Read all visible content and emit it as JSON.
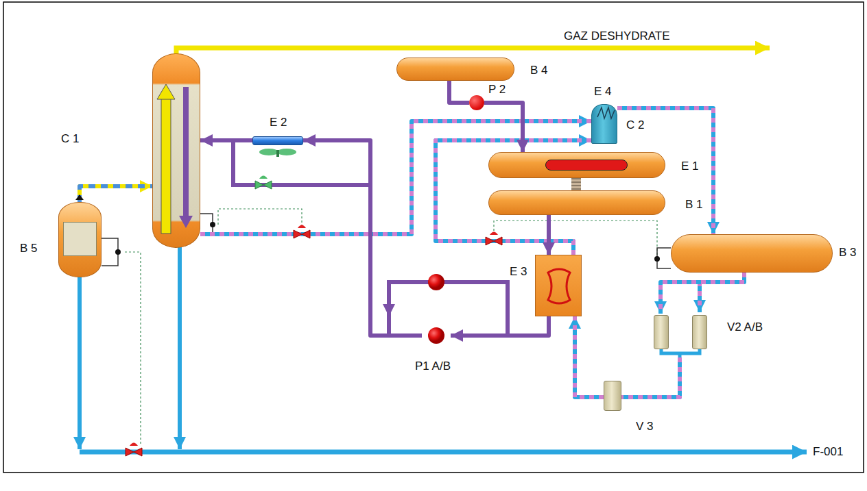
{
  "diagram": {
    "nodes": [
      {
        "text": [
          "C 1"
        ]
      },
      {
        "text": [
          "B 5"
        ]
      },
      {
        "text": [
          "E 2"
        ]
      },
      {
        "text": [
          "B 4"
        ]
      },
      {
        "text": [
          "P 2"
        ]
      },
      {
        "text": [
          "C 2"
        ]
      },
      {
        "text": [
          "E 1"
        ]
      },
      {
        "text": [
          "B 1"
        ]
      },
      {
        "text": [
          "B 3"
        ]
      },
      {
        "text": [
          "E 3"
        ]
      },
      {
        "text": [
          "P1 A/B"
        ]
      },
      {
        "text": [
          "V2 A/B"
        ]
      },
      {
        "text": [
          "V 3"
        ]
      }
    ],
    "edges": [
      {
        "from": 1,
        "to": 0,
        "arrow": "to"
      },
      {
        "from": 0,
        "to": 5,
        "arrow": "to"
      },
      {
        "from": 9,
        "to": 5,
        "arrow": "to"
      },
      {
        "from": 5,
        "to": 8,
        "arrow": "to"
      },
      {
        "from": 8,
        "to": 11,
        "arrow": "to"
      },
      {
        "from": 11,
        "to": 12,
        "arrow": "none"
      },
      {
        "from": 12,
        "to": 9,
        "arrow": "to"
      },
      {
        "from": 3,
        "to": 4,
        "arrow": "none"
      },
      {
        "from": 4,
        "to": 6,
        "arrow": "to"
      },
      {
        "from": 6,
        "to": 7,
        "arrow": "none"
      },
      {
        "from": 7,
        "to": 9,
        "arrow": "to"
      },
      {
        "from": 9,
        "to": 10,
        "arrow": "to"
      },
      {
        "from": 10,
        "to": 2,
        "arrow": "to"
      },
      {
        "from": 2,
        "to": 0,
        "arrow": "to"
      }
    ],
    "labels": [
      "GAZ DESHYDRATE",
      "E 4",
      "F-001"
    ]
  }
}
